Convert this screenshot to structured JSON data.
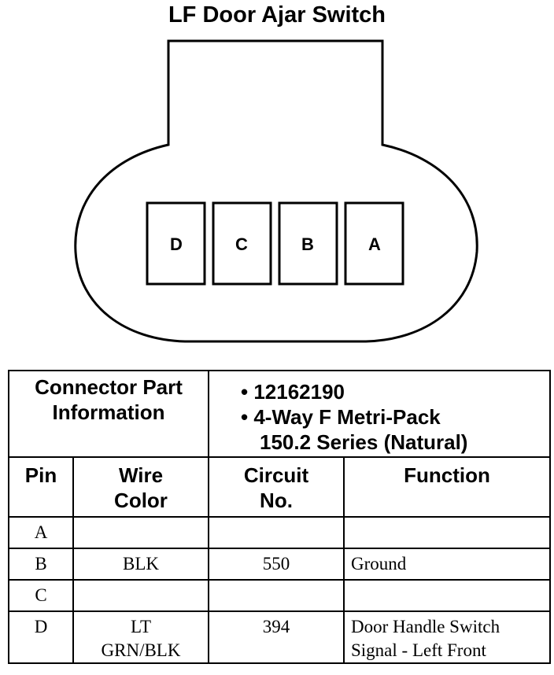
{
  "title": "LF Door Ajar Switch",
  "connector": {
    "pins": [
      "D",
      "C",
      "B",
      "A"
    ]
  },
  "part_info": {
    "label_line1": "Connector Part",
    "label_line2": "Information",
    "items": [
      "• 12162190",
      "• 4-Way F Metri-Pack",
      "150.2 Series (Natural)"
    ]
  },
  "table": {
    "headers": {
      "pin": "Pin",
      "wire_color_1": "Wire",
      "wire_color_2": "Color",
      "circuit_1": "Circuit",
      "circuit_2": "No.",
      "function": "Function"
    },
    "rows": [
      {
        "pin": "A",
        "wire_color_1": "",
        "wire_color_2": "",
        "circuit": "",
        "function_1": "",
        "function_2": ""
      },
      {
        "pin": "B",
        "wire_color_1": "BLK",
        "wire_color_2": "",
        "circuit": "550",
        "function_1": "Ground",
        "function_2": ""
      },
      {
        "pin": "C",
        "wire_color_1": "",
        "wire_color_2": "",
        "circuit": "",
        "function_1": "",
        "function_2": ""
      },
      {
        "pin": "D",
        "wire_color_1": "LT",
        "wire_color_2": "GRN/BLK",
        "circuit": "394",
        "function_1": "Door Handle Switch",
        "function_2": "Signal - Left Front"
      }
    ]
  }
}
